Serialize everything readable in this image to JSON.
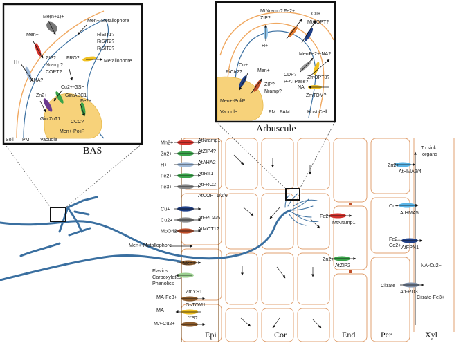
{
  "bas": {
    "title": "BAS",
    "labels": [
      "Soil",
      "PM",
      "Vacuole"
    ],
    "items": [
      {
        "k": "me_n1",
        "text": "Me(n+1)+"
      },
      {
        "k": "me_n",
        "text": "Men+"
      },
      {
        "k": "zip",
        "text": "ZIP?"
      },
      {
        "k": "nramp",
        "text": "Nramp?"
      },
      {
        "k": "copt",
        "text": "COPT?"
      },
      {
        "k": "fro",
        "text": "FRO?"
      },
      {
        "k": "me_metal",
        "text": "Men+-Metallophore"
      },
      {
        "k": "risit1",
        "text": "RiSIT1?"
      },
      {
        "k": "risit2",
        "text": "RiSIT2?"
      },
      {
        "k": "risit3",
        "text": "RiSIT3?"
      },
      {
        "k": "metallophore",
        "text": "Metallophore"
      },
      {
        "k": "h",
        "text": "H+"
      },
      {
        "k": "aha",
        "text": "AHA?"
      },
      {
        "k": "cu_gsh",
        "text": "Cu2+-GSH"
      },
      {
        "k": "gintabc1",
        "text": "GintABC1"
      },
      {
        "k": "zn",
        "text": "Zn2+"
      },
      {
        "k": "gintznt1",
        "text": "GintZnT1"
      },
      {
        "k": "fe",
        "text": "Fe2+"
      },
      {
        "k": "ccc",
        "text": "CCC?"
      },
      {
        "k": "polip",
        "text": "Men+-PoliP"
      }
    ]
  },
  "arbuscule": {
    "title": "Arbuscule",
    "labels": [
      "Vacuole",
      "PM",
      "PAM",
      "Host Cell"
    ],
    "items": [
      {
        "k": "mtnramp",
        "text": "MtNramp?"
      },
      {
        "k": "zip",
        "text": "ZIP?"
      },
      {
        "k": "fe",
        "text": "Fe2+"
      },
      {
        "k": "cu_top",
        "text": "Cu+"
      },
      {
        "k": "mtcopt",
        "text": "MtCOPT?"
      },
      {
        "k": "h",
        "text": "H+"
      },
      {
        "k": "me1",
        "text": "Men+"
      },
      {
        "k": "fe_na",
        "text": "Fe2+-NA?"
      },
      {
        "k": "cu",
        "text": "Cu+"
      },
      {
        "k": "rictr2",
        "text": "RiCtr2?"
      },
      {
        "k": "me2",
        "text": "Men+"
      },
      {
        "k": "zip2",
        "text": "ZIP?"
      },
      {
        "k": "nramp",
        "text": "Nramp?"
      },
      {
        "k": "cdf",
        "text": "CDF?"
      },
      {
        "k": "patpase",
        "text": "P-ATPase?"
      },
      {
        "k": "zmopt8",
        "text": "ZmOPT8?"
      },
      {
        "k": "na",
        "text": "NA"
      },
      {
        "k": "zmtom",
        "text": "ZmTOM?"
      },
      {
        "k": "polip",
        "text": "Men+-PoliP"
      }
    ]
  },
  "zones": [
    "Epi",
    "Cor",
    "End",
    "Per",
    "Xyl"
  ],
  "epi": [
    {
      "ion": "Mn2+",
      "transporter": "AtNramp1",
      "color": "#d2312b"
    },
    {
      "ion": "Zn2+",
      "transporter": "AtZIP4?",
      "color": "#3aa34a"
    },
    {
      "ion": "H+",
      "transporter": "AtAHA2",
      "color": "#9fb8d6"
    },
    {
      "ion": "Fe2+",
      "transporter": "AtIRT1",
      "color": "#3aa34a"
    },
    {
      "ion": "Fe3+",
      "transporter": "AtFRO2",
      "color": "#888888"
    },
    {
      "ion": "",
      "transporter": "AtCOPT1/2/6",
      "color": "#ffffff"
    },
    {
      "ion": "Cu+",
      "transporter": "",
      "color": "#1f3f86"
    },
    {
      "ion": "Cu2+",
      "transporter": "AtFRO4/5",
      "color": "#888888"
    },
    {
      "ion": "MoO42-",
      "transporter": "AtMOT1?",
      "color": "#c0502b"
    }
  ],
  "epi_lower": [
    {
      "k": "metallophore",
      "text": "Men+-Metallophore"
    },
    {
      "k": "men",
      "text": "Men+"
    },
    {
      "k": "flavins",
      "text": "Flavins"
    },
    {
      "k": "carbox",
      "text": "Carboxylates"
    },
    {
      "k": "phenolics",
      "text": "Phenolics"
    },
    {
      "k": "mafe",
      "text": "MA-Fe3+"
    },
    {
      "k": "zmys1",
      "text": "ZmYS1"
    },
    {
      "k": "ma",
      "text": "MA"
    },
    {
      "k": "ostom1",
      "text": "OsTOM1"
    },
    {
      "k": "ys",
      "text": "YS?"
    },
    {
      "k": "macu",
      "text": "MA-Cu2+"
    }
  ],
  "cortex": [
    {
      "k": "fe",
      "text": "Fe2+"
    },
    {
      "k": "mtnramp1",
      "text": "MtNramp1"
    },
    {
      "k": "zn",
      "text": "Zn2+"
    },
    {
      "k": "atzip2",
      "text": "AtZIP2"
    }
  ],
  "pericycle": [
    {
      "k": "zn",
      "text": "Zn2+"
    },
    {
      "k": "athma24",
      "text": "AtHMA2/4"
    },
    {
      "k": "cu",
      "text": "Cu+"
    },
    {
      "k": "athma5",
      "text": "AtHMA5"
    },
    {
      "k": "fe",
      "text": "Fe2+"
    },
    {
      "k": "co",
      "text": "Co2+"
    },
    {
      "k": "atfpn1",
      "text": "AtFPN1"
    },
    {
      "k": "citrate",
      "text": "Citrate"
    },
    {
      "k": "atfrd3",
      "text": "AtFRD3"
    }
  ],
  "xylem": [
    {
      "k": "sink1",
      "text": "To sink"
    },
    {
      "k": "sink2",
      "text": "organs"
    },
    {
      "k": "nacu",
      "text": "NA-Cu2+"
    },
    {
      "k": "citfe",
      "text": "Citrate-Fe3+"
    }
  ],
  "colors": {
    "hypha": "#3a6fa0",
    "cellWall": "#e0a070",
    "fungalCell": "#f7d27a",
    "red": "#d2312b",
    "green": "#3aa34a",
    "darkBlue": "#1f3f86",
    "lightBlue": "#5ab4e6",
    "yellow": "#f0c020",
    "orange": "#e07a30",
    "brown": "#8a5a2b",
    "purple": "#6a3a8f",
    "grey": "#888888"
  }
}
